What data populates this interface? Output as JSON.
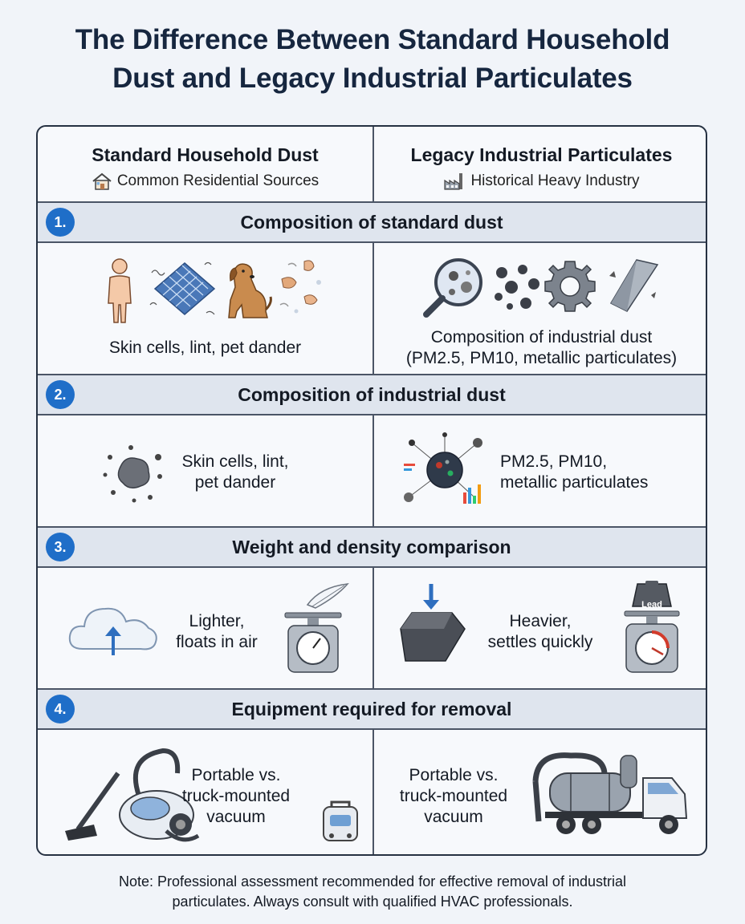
{
  "title": {
    "line1": "The Difference Between Standard Household",
    "line2": "Dust and Legacy Industrial Particulates"
  },
  "columns": {
    "left": {
      "heading": "Standard Household Dust",
      "subheading": "Common Residential Sources",
      "icon": "house-icon"
    },
    "right": {
      "heading": "Legacy Industrial Particulates",
      "subheading": "Historical Heavy Industry",
      "icon": "factory-icon"
    }
  },
  "sections": [
    {
      "number": "1.",
      "title": "Composition of standard dust",
      "left_text": "Skin cells, lint, pet dander",
      "right_text_line1": "Composition of industrial dust",
      "right_text_line2": "(PM2.5, PM10, metallic particulates)"
    },
    {
      "number": "2.",
      "title": "Composition of industrial dust",
      "left_text_line1": "Skin cells, lint,",
      "left_text_line2": "pet dander",
      "right_text_line1": "PM2.5, PM10,",
      "right_text_line2": "metallic particulates"
    },
    {
      "number": "3.",
      "title": "Weight and density comparison",
      "left_text_line1": "Lighter,",
      "left_text_line2": "floats in air",
      "right_text_line1": "Heavier,",
      "right_text_line2": "settles quickly",
      "weight_label": "Lead"
    },
    {
      "number": "4.",
      "title": "Equipment required for removal",
      "left_text_line1": "Portable vs.",
      "left_text_line2": "truck-mounted",
      "left_text_line3": "vacuum",
      "right_text_line1": "Portable vs.",
      "right_text_line2": "truck-mounted",
      "right_text_line3": "vacuum"
    }
  ],
  "footnote": {
    "line1": "Note: Professional assessment recommended for effective removal of industrial",
    "line2": "particulates. Always consult with qualified HVAC professionals."
  },
  "colors": {
    "badge": "#1f6ec8",
    "section_bar": "#dfe5ee",
    "border": "#263142",
    "background": "#f1f4f9"
  }
}
